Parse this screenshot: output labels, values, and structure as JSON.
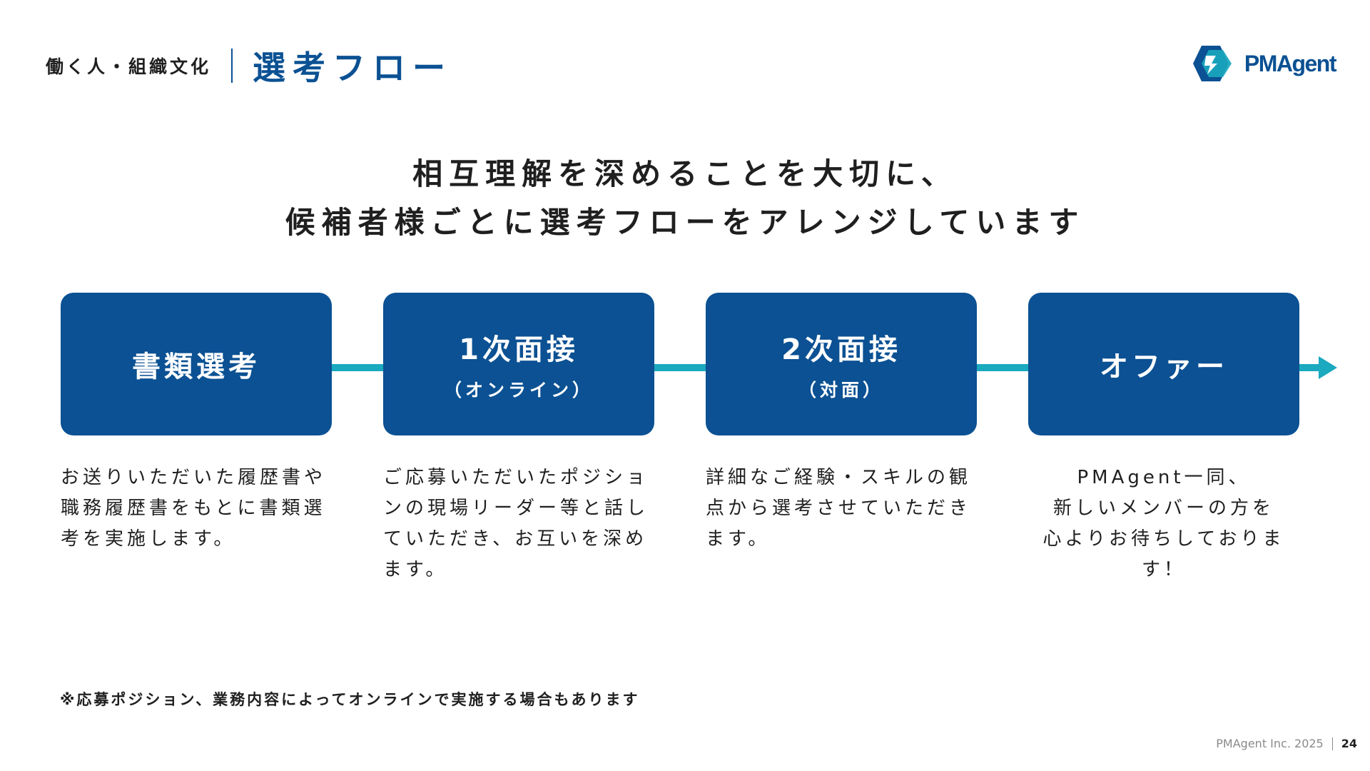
{
  "header": {
    "section_label": "働く人・組織文化",
    "title": "選考フロー"
  },
  "logo": {
    "text": "PMAgent",
    "icon": "pmagent-logo-icon",
    "colors": {
      "dark": "#0b5193",
      "light": "#1aa9bf"
    }
  },
  "headline": {
    "line1": "相互理解を深めることを大切に、",
    "line2": "候補者様ごとに選考フローをアレンジしています"
  },
  "steps": [
    {
      "title": "書類選考",
      "subtitle": "",
      "description": [
        "お送りいただいた履歴書や",
        "職務履歴書をもとに書類選",
        "考を実施します。"
      ]
    },
    {
      "title": "1次面接",
      "subtitle": "（オンライン）",
      "description": [
        "ご応募いただいたポジショ",
        "ンの現場リーダー等と話し",
        "ていただき、お互いを深め",
        "ます。"
      ]
    },
    {
      "title": "2次面接",
      "subtitle": "（対面）",
      "description": [
        "詳細なご経験・スキルの観",
        "点から選考させていただき",
        "ます。"
      ]
    },
    {
      "title": "オファー",
      "subtitle": "",
      "description": [
        "PMAgent一同、",
        "新しいメンバーの方を",
        "心よりお待ちしております！"
      ]
    }
  ],
  "footnote": "※応募ポジション、業務内容によってオンラインで実施する場合もあります",
  "footer": {
    "copyright": "PMAgent Inc. 2025",
    "page_number": "24"
  },
  "colors": {
    "primary": "#0b5193",
    "accent": "#1aa9bf",
    "text": "#1f1f1f",
    "muted": "#8a8a8a"
  }
}
